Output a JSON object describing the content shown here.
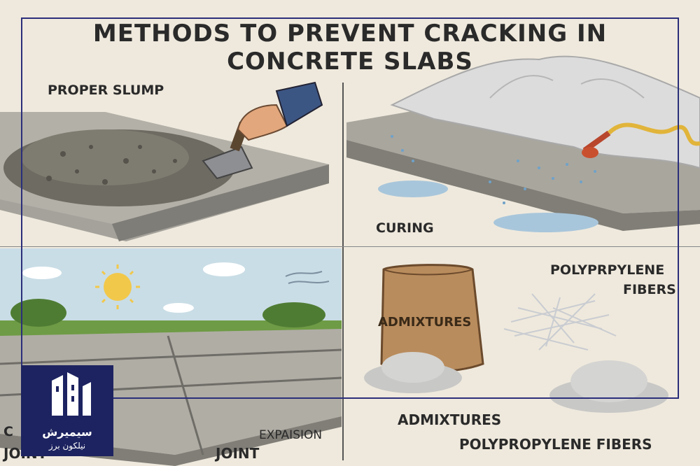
{
  "title": {
    "line1": "METHODS TO PREVENT CRACKING IN",
    "line2": "CONCRETE SLABS"
  },
  "panels": {
    "slump": {
      "label": "PROPER SLUMP"
    },
    "curing": {
      "label": "CURING"
    },
    "joints": {
      "left_label_top": "C",
      "left_label_bottom": "JOINT",
      "expansion_top": "EXPAISION",
      "expansion_bottom": "JOINT"
    },
    "additives": {
      "bag_label": "ADMIXTURES",
      "fibers_line1": "POLYPRPYLENE",
      "fibers_line2": "FIBERS",
      "bottom_admixtures": "ADMIXTURES",
      "bottom_fibers": "POLYPROPYLENE FIBERS"
    }
  },
  "logo": {
    "brand": "سیمیرش",
    "subtitle": "نیلکون برز",
    "colors": {
      "background": "#1d2360",
      "text": "#ffffff"
    }
  },
  "colors": {
    "background": "#efe9dd",
    "frame": "#2b2f7a",
    "concrete": "#9a9892",
    "sky": "#c9dde6",
    "grass": "#6e9b45"
  }
}
